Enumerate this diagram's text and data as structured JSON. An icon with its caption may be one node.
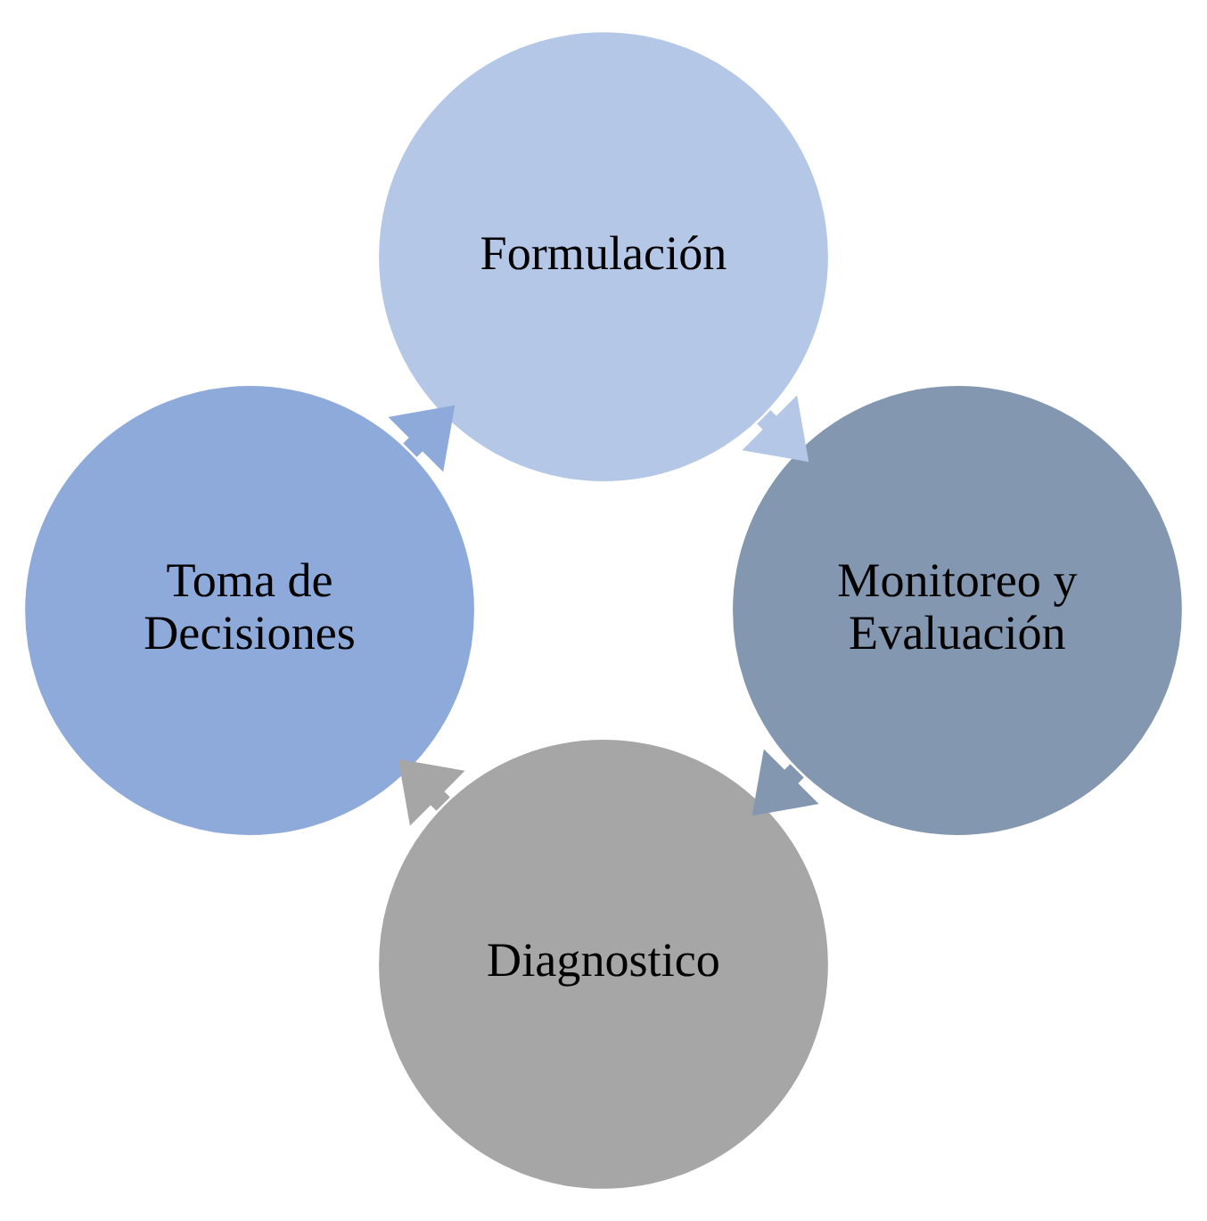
{
  "diagram": {
    "nodes": [
      {
        "text": [
          "Diagnostico"
        ]
      },
      {
        "text": [
          "Toma de Decisiones"
        ]
      },
      {
        "text": [
          "Formulación"
        ]
      },
      {
        "text": [
          "Monitoreo y Evaluación"
        ]
      }
    ],
    "edges": [
      {
        "from": 0,
        "to": 1,
        "arrow": "to",
        "color": "#a6a6a6"
      },
      {
        "from": 1,
        "to": 2,
        "arrow": "to",
        "color": "#8eaadb"
      },
      {
        "from": 2,
        "to": 3,
        "arrow": "to",
        "color": "#b4c7e7"
      },
      {
        "from": 3,
        "to": 0,
        "arrow": "to",
        "color": "#8497b0"
      }
    ]
  }
}
